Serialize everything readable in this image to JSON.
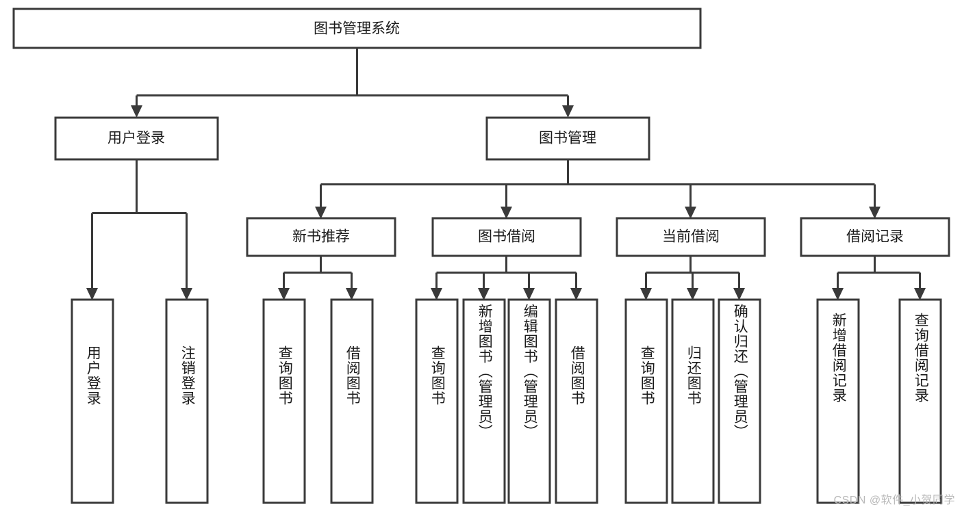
{
  "diagram": {
    "title": "图书管理系统",
    "watermark": "CSDN @软件_小贺同学",
    "type": "hierarchy-tree",
    "root": {
      "id": "root",
      "label": "图书管理系统",
      "orientation": "horizontal"
    },
    "level1": [
      {
        "id": "user-login",
        "label": "用户登录",
        "orientation": "horizontal"
      },
      {
        "id": "book-manage",
        "label": "图书管理",
        "orientation": "horizontal"
      }
    ],
    "level2": [
      {
        "id": "new-book-recommend",
        "label": "新书推荐",
        "orientation": "horizontal",
        "parent": "book-manage"
      },
      {
        "id": "book-borrow",
        "label": "图书借阅",
        "orientation": "horizontal",
        "parent": "book-manage"
      },
      {
        "id": "current-borrow",
        "label": "当前借阅",
        "orientation": "horizontal",
        "parent": "book-manage"
      },
      {
        "id": "borrow-record",
        "label": "借阅记录",
        "orientation": "horizontal",
        "parent": "book-manage"
      }
    ],
    "leaves": {
      "user-login": [
        {
          "id": "leaf-user-login",
          "label": "用户登录",
          "orientation": "vertical"
        },
        {
          "id": "leaf-logout",
          "label": "注销登录",
          "orientation": "vertical"
        }
      ],
      "new-book-recommend": [
        {
          "id": "leaf-query-book-1",
          "label": "查询图书",
          "orientation": "vertical"
        },
        {
          "id": "leaf-borrow-book-1",
          "label": "借阅图书",
          "orientation": "vertical"
        }
      ],
      "book-borrow": [
        {
          "id": "leaf-query-book-2",
          "label": "查询图书",
          "orientation": "vertical"
        },
        {
          "id": "leaf-add-book",
          "label": "新增图书（管理员）",
          "orientation": "vertical"
        },
        {
          "id": "leaf-edit-book",
          "label": "编辑图书（管理员）",
          "orientation": "vertical"
        },
        {
          "id": "leaf-borrow-book-2",
          "label": "借阅图书",
          "orientation": "vertical"
        }
      ],
      "current-borrow": [
        {
          "id": "leaf-query-book-3",
          "label": "查询图书",
          "orientation": "vertical"
        },
        {
          "id": "leaf-return-book",
          "label": "归还图书",
          "orientation": "vertical"
        },
        {
          "id": "leaf-confirm-return",
          "label": "确认归还（管理员）",
          "orientation": "vertical"
        }
      ],
      "borrow-record": [
        {
          "id": "leaf-add-record",
          "label": "新增借阅记录",
          "orientation": "vertical"
        },
        {
          "id": "leaf-query-record",
          "label": "查询借阅记录",
          "orientation": "vertical"
        }
      ]
    },
    "colors": {
      "stroke": "#3a3a3a",
      "fill": "#ffffff",
      "text": "#1b1b1b",
      "watermark": "#b9b9b9",
      "background": "#ffffff"
    }
  }
}
